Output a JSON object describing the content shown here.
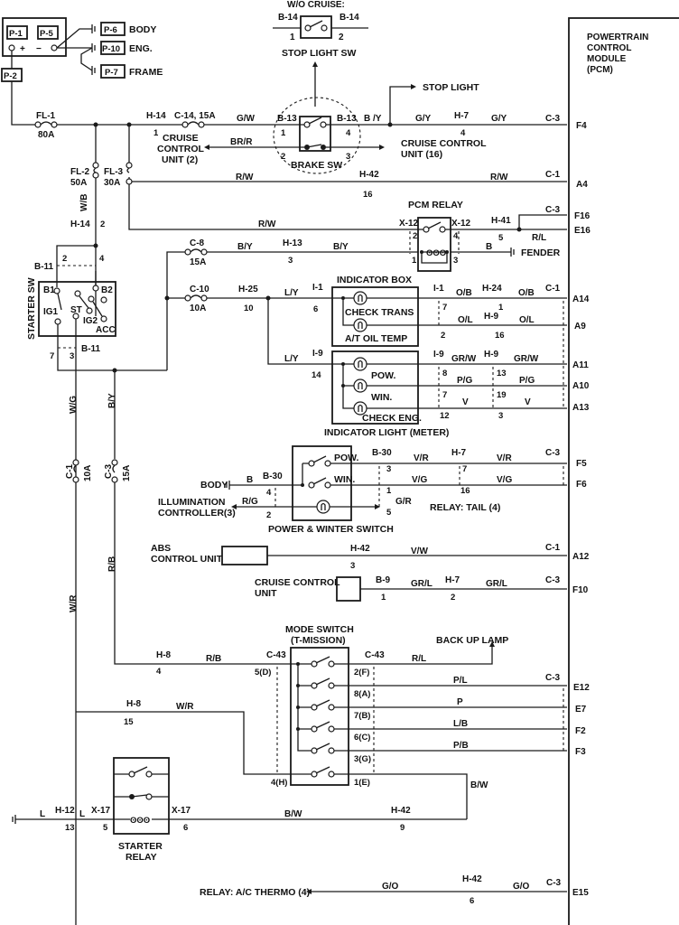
{
  "diagram": {
    "battery": {
      "pos": "P-1",
      "neg": "P-5",
      "plus": "+",
      "minus": "−",
      "p2": "P-2"
    },
    "grounds": [
      {
        "id": "P-6",
        "name": "BODY"
      },
      {
        "id": "P-10",
        "name": "ENG."
      },
      {
        "id": "P-7",
        "name": "FRAME"
      }
    ],
    "fusible_links": [
      {
        "id": "FL-1",
        "rating": "80A"
      },
      {
        "id": "FL-2",
        "rating": "50A"
      },
      {
        "id": "FL-3",
        "rating": "30A"
      }
    ],
    "stop_light_sw": {
      "title": "W/O CRUISE:",
      "conn_left": "B-14",
      "conn_right": "B-14",
      "pin_left": "1",
      "pin_right": "2",
      "label": "STOP LIGHT SW"
    },
    "brake_sw": {
      "label": "BRAKE SW",
      "conn": "B-13",
      "pins": [
        "1",
        "2",
        "4",
        "3"
      ]
    },
    "stop_light": "STOP LIGHT",
    "cruise_unit_2": {
      "line1": "CRUISE",
      "line2": "CONTROL",
      "line3": "UNIT (2)"
    },
    "cruise_unit_16": {
      "line1": "CRUISE  CONTROL",
      "line2": "UNIT (16)"
    },
    "pcm": {
      "line1": "POWERTRAIN",
      "line2": "CONTROL",
      "line3": "MODULE",
      "line4": "(PCM)"
    },
    "pcm_relay": {
      "label": "PCM RELAY",
      "conn": "X-12",
      "pins": [
        "2",
        "4",
        "1",
        "3"
      ],
      "fender": "FENDER"
    },
    "indicator_box": {
      "label": "INDICATOR BOX",
      "lamp1": "CHECK TRANS",
      "lamp2": "A/T OIL TEMP"
    },
    "indicator_light": {
      "label": "INDICATOR LIGHT (METER)",
      "lamp1": "POW.",
      "lamp2": "WIN.",
      "lamp3": "CHECK ENG."
    },
    "starter_sw": {
      "label": "STARTER SW",
      "conn": "B-11",
      "pins_top": [
        "2",
        "4"
      ],
      "pins_bot": [
        "7",
        "3"
      ],
      "terms": [
        "B1",
        "B2",
        "IG1",
        "ST",
        "IG2",
        "ACC"
      ]
    },
    "pw_switch": {
      "label": "POWER & WINTER SWITCH",
      "pow": "POW.",
      "win": "WIN.",
      "conn": "B-30"
    },
    "body_gnd": "BODY",
    "illum": {
      "line1": "ILLUMINATION",
      "line2": "CONTROLLER(3)"
    },
    "relay_tail": "RELAY: TAIL (4)",
    "abs": {
      "line1": "ABS",
      "line2": "CONTROL UNIT"
    },
    "cruise_unit": {
      "line1": "CRUISE CONTROL",
      "line2": "UNIT"
    },
    "mode_switch": {
      "line1": "MODE SWITCH",
      "line2": "(T-MISSION)",
      "conn": "C-43",
      "left_pins": [
        "5(D)",
        "4(H)"
      ],
      "right_pins": [
        "2(F)",
        "8(A)",
        "7(B)",
        "6(C)",
        "3(G)",
        "1(E)"
      ]
    },
    "back_up_lamp": "BACK UP LAMP",
    "starter_relay": {
      "line1": "STARTER",
      "line2": "RELAY",
      "conn": "X-17",
      "pin_left": "5",
      "pin_right": "6"
    },
    "ac_thermo": "RELAY: A/C THERMO (4)",
    "pcm_terminals": [
      "F4",
      "A4",
      "F16",
      "E16",
      "A14",
      "A9",
      "A11",
      "A10",
      "A13",
      "F5",
      "F6",
      "A12",
      "F10",
      "E12",
      "E7",
      "F2",
      "F3",
      "E15"
    ],
    "wires": {
      "gw": "G/W",
      "by": "B /Y",
      "gy": "G/Y",
      "brr": "BR/R",
      "rw": "R/W",
      "wb": "W/B",
      "by2": "B/Y",
      "rl": "R/L",
      "b": "B",
      "ly": "L/Y",
      "ob": "O/B",
      "ol": "O/L",
      "grw": "GR/W",
      "pg": "P/G",
      "v": "V",
      "wg": "W/G",
      "vr": "V/R",
      "vg": "V/G",
      "rg": "R/G",
      "gr": "G/R",
      "vw": "V/W",
      "grl": "GR/L",
      "rb": "R/B",
      "wr": "W/R",
      "pl": "P/L",
      "p": "P",
      "lb": "L/B",
      "pb": "P/B",
      "bw": "B/W",
      "l": "L",
      "go": "G/O"
    },
    "connectors": {
      "h14": "H-14",
      "c14": "C-14, 15A",
      "h7": "H-7",
      "c3": "C-3",
      "c1": "C-1",
      "h42": "H-42",
      "h41": "H-41",
      "c8": "C-8",
      "c8r": "15A",
      "h13": "H-13",
      "c10": "C-10",
      "c10r": "10A",
      "h25": "H-25",
      "i1": "I-1",
      "h24": "H-24",
      "h9": "H-9",
      "i9": "I-9",
      "b9": "B-9",
      "h8": "H-8",
      "h12": "H-12",
      "c1f": "C-1",
      "c1fr": "10A",
      "c3f": "C-3",
      "c3fr": "15A"
    },
    "pins": {
      "p1": "1",
      "p2": "2",
      "p3": "3",
      "p4": "4",
      "p5": "5",
      "p6": "6",
      "p7": "7",
      "p8": "8",
      "p9": "9",
      "p10": "10",
      "p12": "12",
      "p13": "13",
      "p14": "14",
      "p15": "15",
      "p16": "16",
      "p19": "19"
    }
  }
}
